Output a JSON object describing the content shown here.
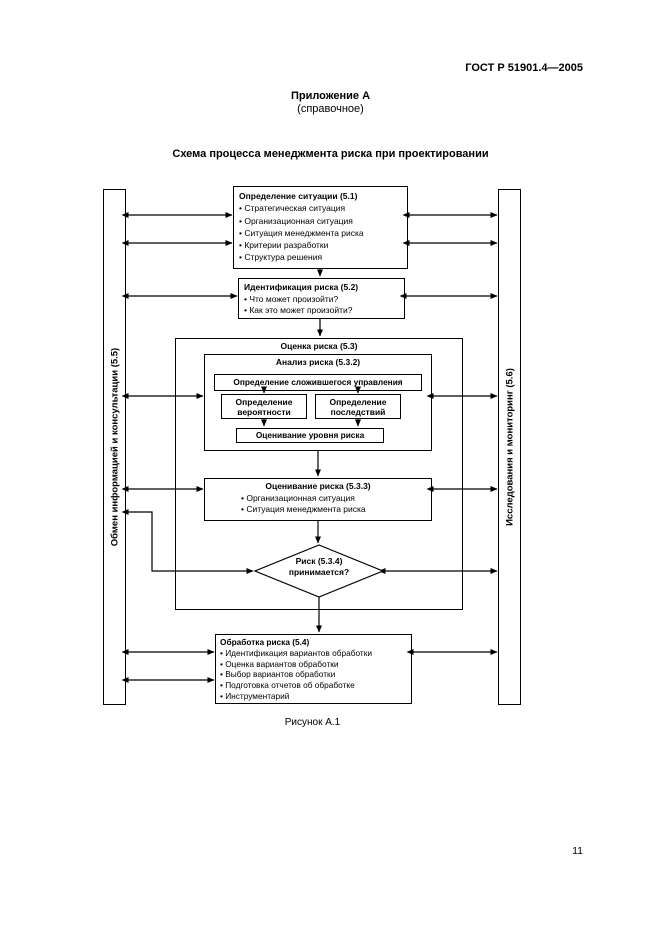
{
  "page": {
    "doc_number": "ГОСТ Р 51901.4—2005",
    "appendix_title": "Приложение А",
    "appendix_subtitle": "(справочное)",
    "figure_title": "Схема процесса менеджмента риска при проектировании",
    "figure_caption": "Рисунок А.1",
    "page_number": "11"
  },
  "diagram": {
    "left_bar_label": "Обмен информацией и консультации (5.5)",
    "right_bar_label": "Исследования и мониторинг (5.6)",
    "context_box": {
      "title": "Определение ситуации (5.1)",
      "bullets": [
        "Стратегическая ситуация",
        "Организационная ситуация",
        "Ситуация менеджмента риска",
        "Критерии разработки",
        "Структура решения"
      ]
    },
    "identification_box": {
      "title": "Идентификация риска (5.2)",
      "bullets": [
        "Что может произойти?",
        "Как это может произойти?"
      ]
    },
    "assessment_box_title": "Оценка риска (5.3)",
    "analysis_box_title": "Анализ риска (5.3.2)",
    "controls_box_label": "Определение сложившегося управления",
    "probability_box_label": "Определение вероятности",
    "consequence_box_label": "Определение последствий",
    "risk_level_box_label": "Оценивание уровня риска",
    "evaluation_box": {
      "title": "Оценивание риска (5.3.3)",
      "bullets": [
        "Организационная ситуация",
        "Ситуация менеджмента риска"
      ]
    },
    "decision": {
      "line1": "Риск (5.3.4)",
      "line2": "принимается?"
    },
    "treatment_box": {
      "title": "Обработка риска (5.4)",
      "bullets": [
        "Идентификация вариантов обработки",
        "Оценка вариантов обработки",
        "Выбор вариантов обработки",
        "Подготовка отчетов об обработке",
        "Инструментарий"
      ]
    }
  }
}
